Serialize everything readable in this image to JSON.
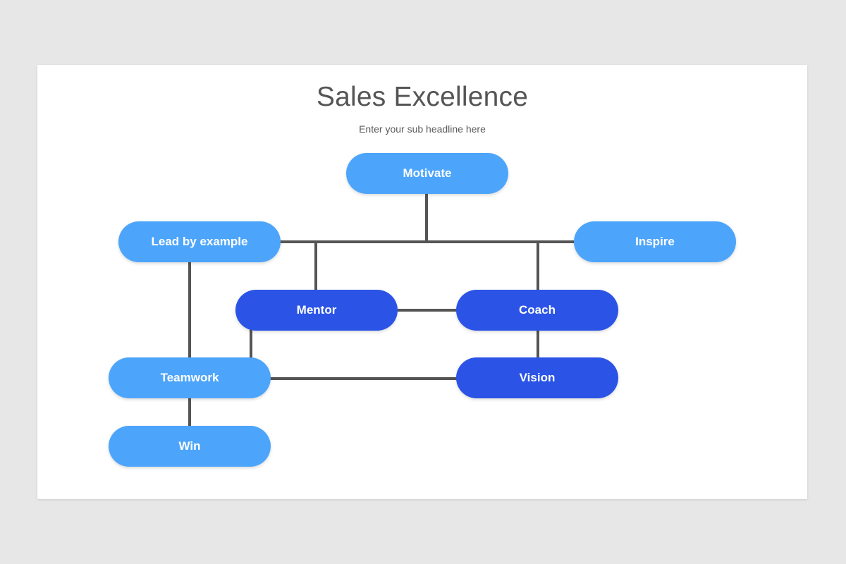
{
  "title": "Sales Excellence",
  "subtitle": "Enter your sub headline here",
  "colors": {
    "light_node": "#4da5fb",
    "dark_node": "#2b54e6",
    "connector": "#555555",
    "background": "#e8e7e8",
    "slide": "#ffffff"
  },
  "nodes": {
    "motivate": "Motivate",
    "lead": "Lead by example",
    "inspire": "Inspire",
    "mentor": "Mentor",
    "coach": "Coach",
    "teamwork": "Teamwork",
    "vision": "Vision",
    "win": "Win"
  }
}
